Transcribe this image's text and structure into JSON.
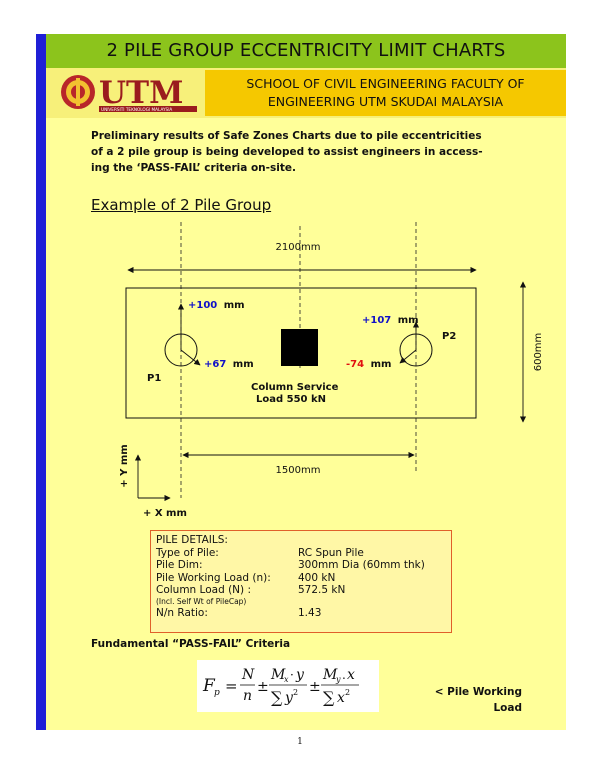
{
  "title": "2 PILE GROUP ECCENTRICITY LIMIT CHARTS",
  "logo_text": "UTM",
  "logo_subtext": "UNIVERSITI TEKNOLOGI MALAYSIA",
  "school": {
    "line1": "SCHOOL OF CIVIL ENGINEERING FACULTY OF",
    "line2": "ENGINEERING UTM SKUDAI MALAYSIA"
  },
  "intro": {
    "line1": "Preliminary results of Safe Zones Charts due to pile eccentricities",
    "line2": "of a 2 pile group is being developed to assist engineers in access-",
    "line3": "ing the ‘PASS-FAIL’  criteria on-site."
  },
  "example_heading": "Example of 2 Pile Group",
  "diagram": {
    "width_dim": "2100mm",
    "height_dim": "600mm",
    "spacing_dim": "1500mm",
    "p1_label": "P1",
    "p2_label": "P2",
    "p1_y_value": "+100",
    "p1_x_value": "+67",
    "p2_y_value": "+107",
    "p2_x_value": "-74",
    "unit": "mm",
    "column_line1": "Column Service",
    "column_line2": "Load 550 kN",
    "axis_y": "+ Y mm",
    "axis_x": "+ X mm",
    "accent_blue": "#1010c8",
    "accent_red": "#e01010"
  },
  "pile_details": {
    "heading": "PILE DETAILS:",
    "rows": [
      {
        "k": "Type of Pile:",
        "v": "RC Spun Pile"
      },
      {
        "k": "Pile Dim:",
        "v": "300mm Dia (60mm thk)"
      },
      {
        "k": "Pile Working Load (n):",
        "v": "400 kN"
      },
      {
        "k": "Column Load (N)  :",
        "v": "572.5 kN"
      }
    ],
    "note": "(Incl. Self Wt of PileCap)",
    "ratio_k": "N/n Ratio:",
    "ratio_v": "1.43"
  },
  "criteria_heading": "Fundamental “PASS-FAIL” Criteria",
  "formula": {
    "F": "F",
    "p": "p",
    "N": "N",
    "n": "n",
    "Mx": "M",
    "x_sub": "x",
    "y": "y",
    "sum": "∑",
    "My": "M",
    "y_sub": "y",
    "x": "x"
  },
  "pwl": {
    "line1": "< Pile Working",
    "line2": "Load"
  },
  "page_number": "1"
}
